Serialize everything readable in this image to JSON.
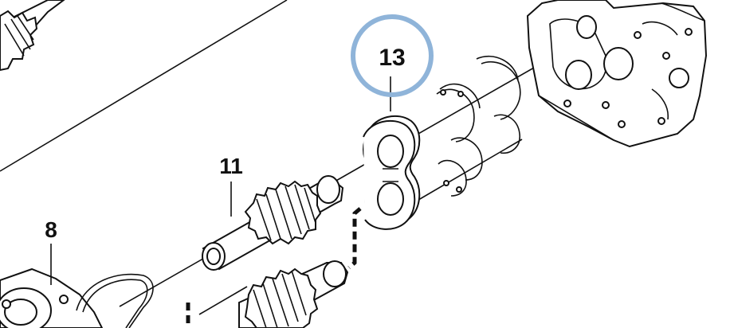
{
  "diagram": {
    "callouts": [
      {
        "id": "callout-13",
        "label": "13",
        "highlighted": true
      },
      {
        "id": "callout-11",
        "label": "11",
        "highlighted": false
      },
      {
        "id": "callout-8",
        "label": "8",
        "highlighted": false
      }
    ],
    "colors": {
      "line": "#111111",
      "background": "#ffffff",
      "highlight_ring": "#8fb4d9"
    }
  }
}
